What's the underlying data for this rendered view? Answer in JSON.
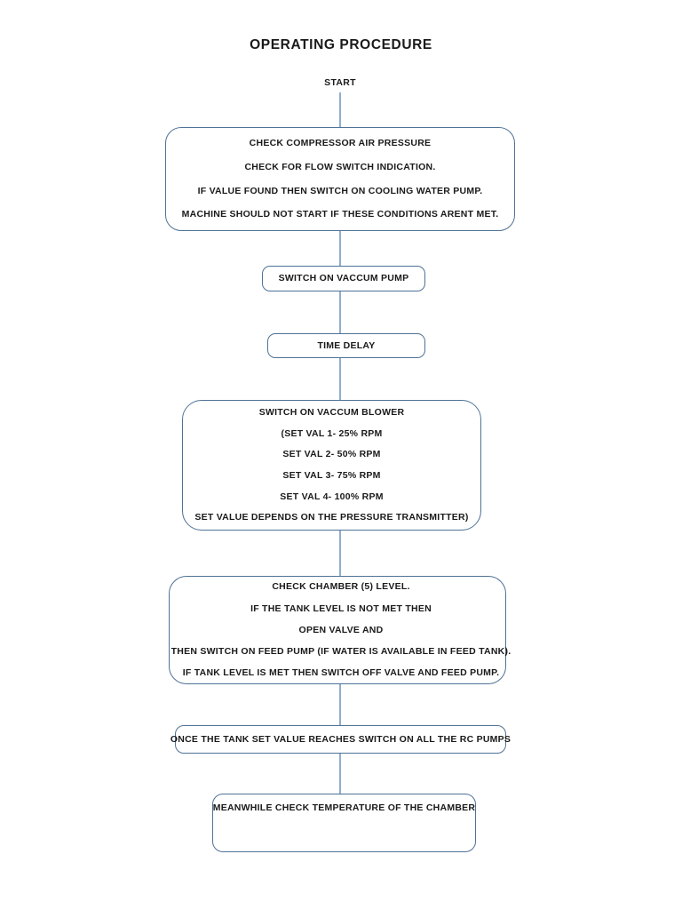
{
  "document": {
    "title": "OPERATING PROCEDURE",
    "start_label": "START"
  },
  "colors": {
    "box_border": "#4f7296",
    "connector": "#8faed0",
    "text": "#1a1a1a",
    "background": "#ffffff"
  },
  "flowchart": {
    "type": "flowchart",
    "orientation": "top-to-bottom",
    "nodes": [
      {
        "id": "precheck",
        "shape": "rounded-rectangle",
        "lines": [
          "CHECK COMPRESSOR AIR PRESSURE",
          "CHECK FOR FLOW SWITCH INDICATION.",
          "IF VALUE FOUND THEN SWITCH ON COOLING WATER PUMP.",
          "MACHINE SHOULD NOT START IF THESE CONDITIONS ARENT MET."
        ]
      },
      {
        "id": "vaccum-pump",
        "shape": "rounded-rectangle",
        "lines": [
          "SWITCH ON VACCUM PUMP"
        ]
      },
      {
        "id": "time-delay",
        "shape": "rounded-rectangle",
        "lines": [
          "TIME DELAY"
        ]
      },
      {
        "id": "vaccum-blower",
        "shape": "rounded-rectangle",
        "lines": [
          "SWITCH ON VACCUM BLOWER",
          "(SET VAL 1- 25% RPM",
          "SET VAL 2- 50% RPM",
          "SET VAL 3- 75% RPM",
          "SET VAL 4- 100% RPM",
          "SET VALUE DEPENDS ON THE PRESSURE TRANSMITTER)"
        ]
      },
      {
        "id": "chamber-level",
        "shape": "rounded-rectangle",
        "lines": [
          "CHECK CHAMBER (5) LEVEL.",
          "IF THE TANK LEVEL IS NOT MET THEN",
          "OPEN VALVE AND",
          "THEN SWITCH ON FEED PUMP (IF WATER IS AVAILABLE IN FEED TANK).",
          "IF TANK LEVEL IS MET THEN SWITCH OFF VALVE AND FEED PUMP."
        ]
      },
      {
        "id": "rc-pumps",
        "shape": "rounded-rectangle",
        "lines": [
          "ONCE THE TANK SET VALUE REACHES SWITCH ON ALL THE RC PUMPS"
        ]
      },
      {
        "id": "chamber-temperature",
        "shape": "rounded-rectangle",
        "lines": [
          "MEANWHILE CHECK TEMPERATURE OF THE CHAMBER"
        ]
      }
    ],
    "edges": [
      {
        "from": "start",
        "to": "precheck"
      },
      {
        "from": "precheck",
        "to": "vaccum-pump"
      },
      {
        "from": "vaccum-pump",
        "to": "time-delay"
      },
      {
        "from": "time-delay",
        "to": "vaccum-blower"
      },
      {
        "from": "vaccum-blower",
        "to": "chamber-level"
      },
      {
        "from": "chamber-level",
        "to": "rc-pumps"
      },
      {
        "from": "rc-pumps",
        "to": "chamber-temperature"
      }
    ]
  }
}
